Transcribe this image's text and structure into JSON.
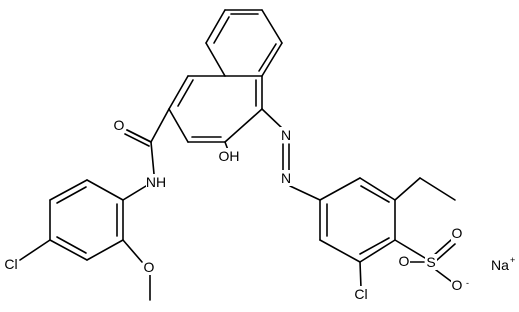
{
  "diagram": {
    "type": "chemical-structure",
    "colors": {
      "bond": "#000000",
      "text": "#000000",
      "background": "#ffffff"
    },
    "labels": {
      "carbonyl_o": "O",
      "amide_nh": "NH",
      "hydroxyl": "OH",
      "left_cl": "Cl",
      "methoxy_o": "O",
      "azo_n1": "N",
      "azo_n2": "N",
      "ring_cl": "Cl",
      "sulfonyl_s": "S",
      "sulfonyl_o_top": "O",
      "sulfonyl_o_left": "O",
      "sulfonyl_o_bottom": "O",
      "sulfonyl_charge": "-",
      "sodium": "Na",
      "sodium_charge": "+"
    }
  }
}
